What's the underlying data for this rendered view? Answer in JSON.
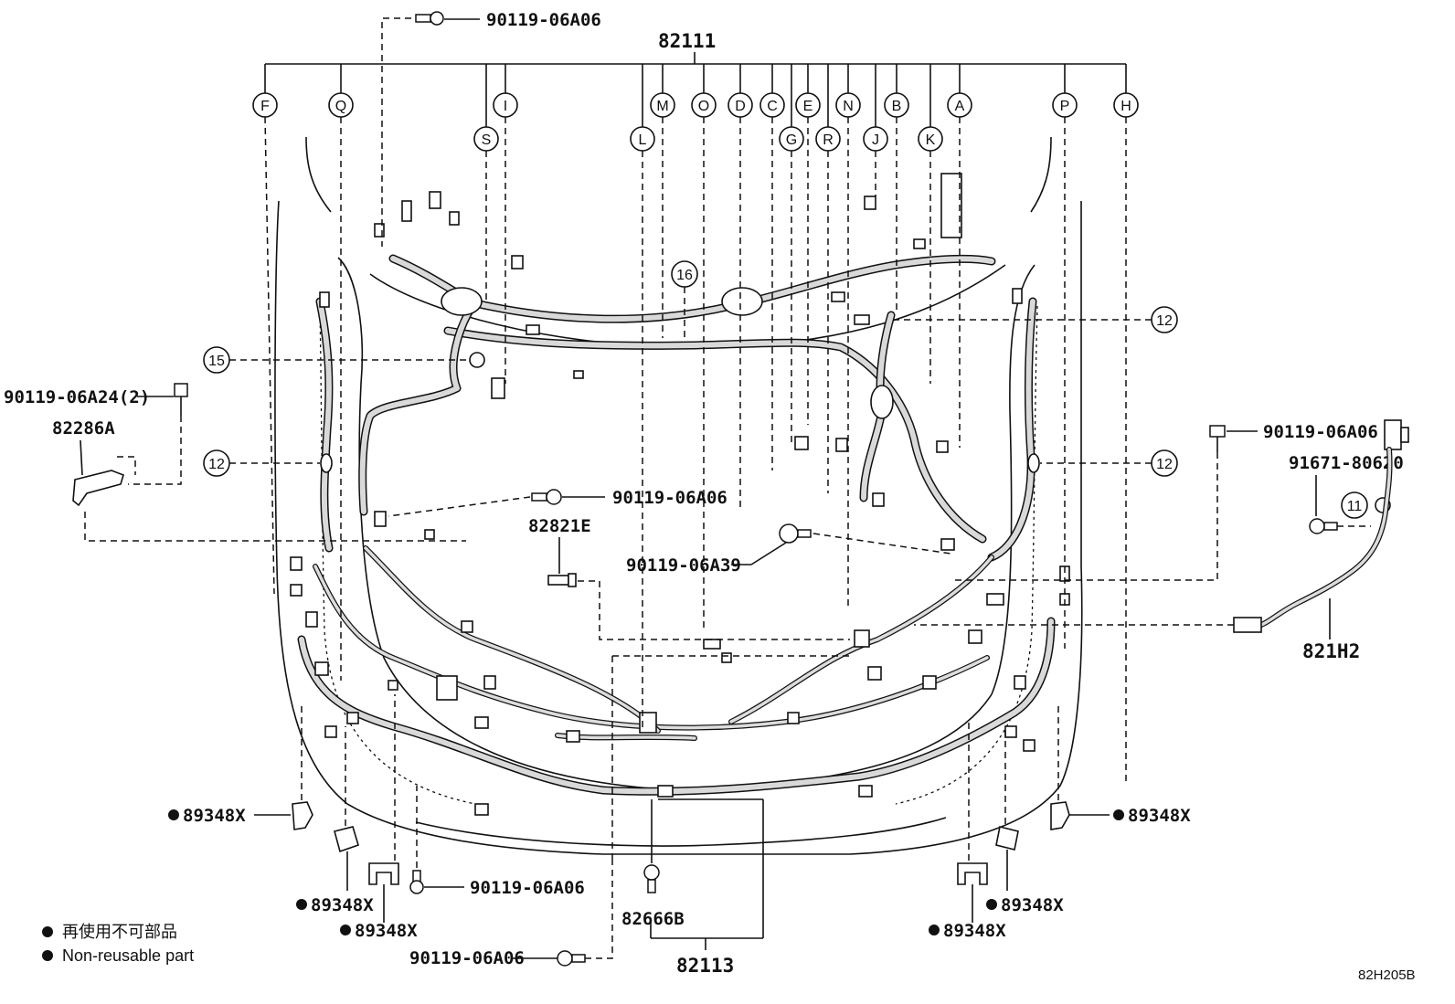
{
  "harness_main_part": "82111",
  "harness_front_part": "82113",
  "top_letters": [
    "F",
    "Q",
    "S",
    "I",
    "L",
    "M",
    "O",
    "D",
    "C",
    "G",
    "E",
    "R",
    "N",
    "J",
    "B",
    "K",
    "A",
    "P",
    "H"
  ],
  "circle_refs": [
    "16",
    "12",
    "15",
    "12",
    "12",
    "11"
  ],
  "parts": {
    "bolt_top": "90119-06A06",
    "bolt_left": "90119-06A24(2)",
    "bracket_left": "82286A",
    "bolt_center": "90119-06A06",
    "connector_center": "82821E",
    "bolt_center_lower": "90119-06A39",
    "bolt_right": "90119-06A06",
    "bolt_right_lower": "91671-80620",
    "sensor_harness": "821H2",
    "clamp_left": "89348X",
    "clamp_left2": "89348X",
    "clamp_left3": "89348X",
    "clamp_right": "89348X",
    "clamp_right2": "89348X",
    "clamp_right3": "89348X",
    "bolt_bottom_left": "90119-06A06",
    "bolt_bottom": "90119-06A06",
    "cover_bottom": "82666B"
  },
  "legend": {
    "line_jp": "再使用不可部品",
    "line_en": "Non-reusable part"
  },
  "figure_code": "82H205B",
  "colors": {
    "ink": "#111111",
    "harness_fill": "#d9d9d9",
    "background": "#ffffff"
  }
}
